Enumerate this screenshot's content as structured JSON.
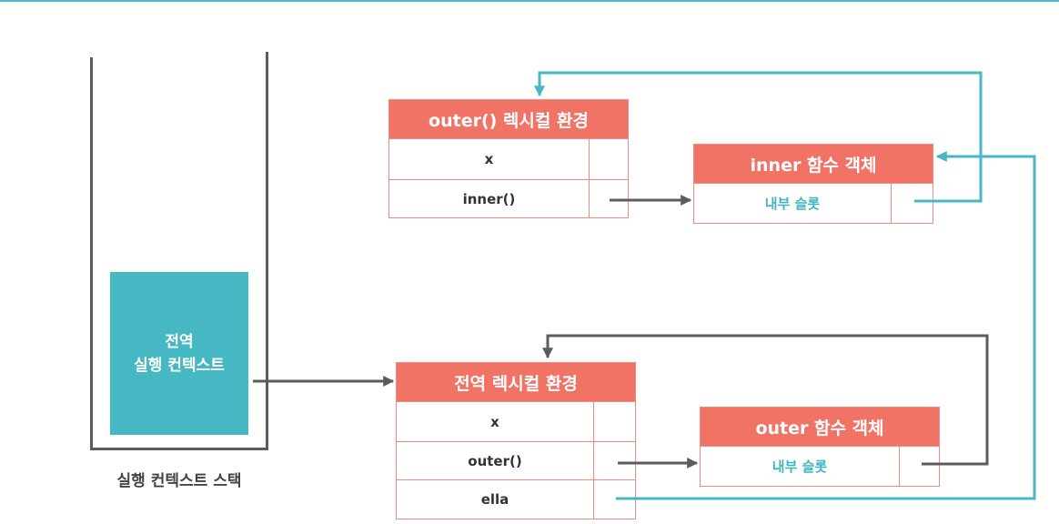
{
  "stack": {
    "context_line1": "전역",
    "context_line2": "실행 컨텍스트",
    "caption": "실행 컨텍스트 스택"
  },
  "outer_lexenv": {
    "title": "outer() 렉시컬 환경",
    "rows": [
      "x",
      "inner()"
    ]
  },
  "inner_fn": {
    "title": "inner 함수 객체",
    "slot": "내부 슬롯"
  },
  "global_lexenv": {
    "title": "전역 렉시컬 환경",
    "rows": [
      "x",
      "outer()",
      "ella"
    ]
  },
  "outer_fn": {
    "title": "outer 함수 객체",
    "slot": "내부 슬롯"
  },
  "colors": {
    "header": "#f07366",
    "teal": "#46b8c4",
    "arrow_gray": "#5c5c5c"
  }
}
